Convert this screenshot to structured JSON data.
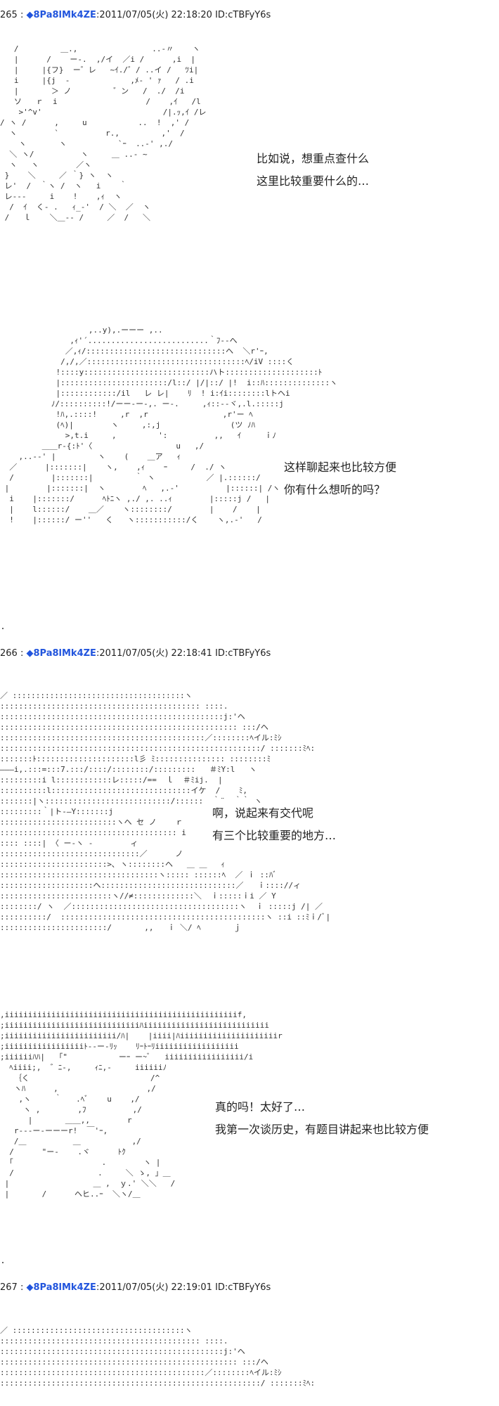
{
  "posts": [
    {
      "number": "265",
      "sep": ":",
      "name": "◆8Pa8lMk4ZE",
      "colon": ":",
      "datetime": "2011/07/05(火) 22:18:20",
      "id": "ID:cTBFyY6s"
    },
    {
      "number": "266",
      "sep": ":",
      "name": "◆8Pa8lMk4ZE",
      "colon": ":",
      "datetime": "2011/07/05(火) 22:18:41",
      "id": "ID:cTBFyY6s"
    },
    {
      "number": "267",
      "sep": ":",
      "name": "◆8Pa8lMk4ZE",
      "colon": ":",
      "datetime": "2011/07/05(火) 22:19:01",
      "id": "ID:cTBFyY6s"
    }
  ],
  "dialogues": [
    {
      "line1": "比如说，想重点查什么",
      "line2": "这里比较重要什么的…"
    },
    {
      "line1": "这样聊起来也比较方便",
      "line2": "你有什么想听的吗？"
    },
    {
      "line1": "啊，说起来有交代呢",
      "line2": "有三个比较重要的地方…"
    },
    {
      "line1": "真的吗！太好了…",
      "line2": "我第一次谈历史，有题目讲起来也比较方便"
    }
  ]
}
